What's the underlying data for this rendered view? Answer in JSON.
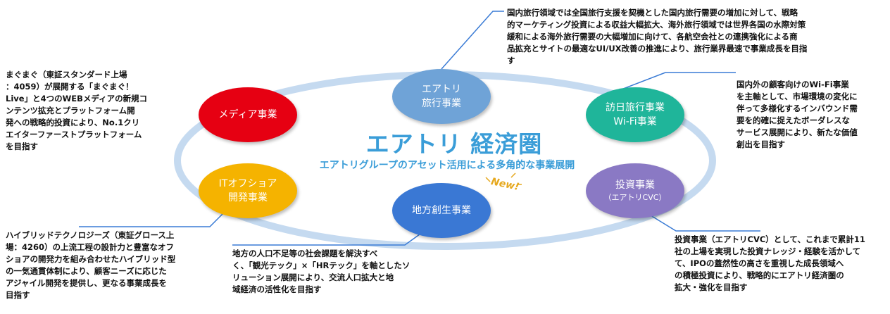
{
  "center": {
    "title": "エアトリ 経済圏",
    "subtitle": "エアトリグループのアセット活用による多角的な事業展開"
  },
  "colors": {
    "ring": "#c5daf0",
    "travel": "#6fa3d7",
    "media": "#e60012",
    "inbound": "#1fb59a",
    "investment": "#8a79c4",
    "offshore": "#f5b300",
    "regional": "#3a78d4",
    "accent": "#3a9dd8"
  },
  "businesses": {
    "travel": {
      "line1": "エアトリ",
      "line2": "旅行事業"
    },
    "media": {
      "line1": "メディア事業"
    },
    "inbound": {
      "line1": "訪日旅行事業",
      "line2": "Wi-Fi事業"
    },
    "investment": {
      "line1": "投資事業",
      "line2": "（エアトリCVC）"
    },
    "offshore": {
      "line1": "ITオフショア",
      "line2": "開発事業"
    },
    "regional": {
      "line1": "地方創生事業",
      "badge": "New!"
    }
  },
  "descriptions": {
    "travel": [
      "国内旅行領域では全国旅行支援を契機とした国内旅行需要の増加に対して、戦略",
      "的マーケティング投資による収益大幅拡大、海外旅行領域では世界各国の水際対策",
      "緩和による海外旅行需要の大幅増加に向けて、各航空会社との連携強化による商",
      "品拡充とサイトの最適なUI/UX改善の推進により、旅行業界最速で事業成長を目指",
      "す"
    ],
    "media": [
      "まぐまぐ（東証スタンダード上場",
      "：4059）が展開する「まぐまぐ！",
      "Live」と4つのWEBメディアの新規コ",
      "ンテンツ拡充とプラットフォーム開",
      "発への戦略的投資により、No.1クリ",
      "エイターファーストプラットフォーム",
      "を目指す"
    ],
    "inbound": [
      "国内外の顧客向けのWi-Fi事業",
      "を主軸として、市場環境の変化に",
      "伴って多様化するインバウンド需",
      "要を的確に捉えたボーダレスな",
      "サービス展開により、新たな価値",
      "創出を目指す"
    ],
    "investment": [
      "投資事業（エアトリCVC）として、これまで累計11",
      "社の上場を実現した投資ナレッジ・経験を活かして",
      "て、IPOの蓋然性の高さを重視した成長領域へ",
      "の積極投資により、戦略的にエアトリ経済圏の",
      "拡大・強化を目指す"
    ],
    "offshore": [
      "ハイブリッドテクノロジーズ（東証グロース上",
      "場：4260）の上流工程の設計力と豊富なオフ",
      "ショアの開発力を組み合わせたハイブリッド型",
      "の一気通貫体制により、顧客ニーズに応じた",
      "アジャイル開発を提供し、更なる事業成長を",
      "目指す"
    ],
    "regional": [
      "地方の人口不足等の社会課題を解決すべ",
      "く、「観光テック」×「HRテック」を軸としたソ",
      "リューション展開により、交流人口拡大と地",
      "域経済の活性化を目指す"
    ]
  }
}
